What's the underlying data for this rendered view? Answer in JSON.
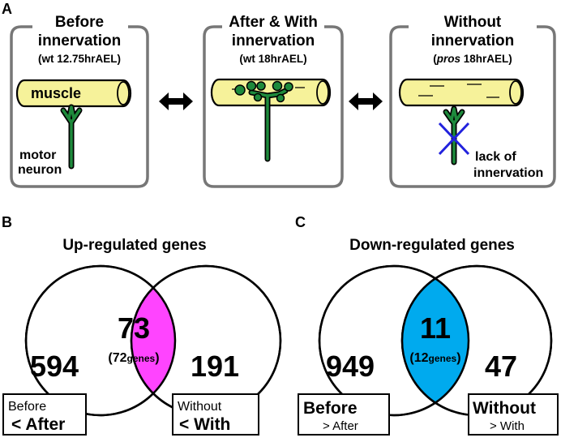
{
  "panel_a": {
    "letter": "A",
    "boxes": [
      {
        "title_line1": "Before",
        "title_line2": "innervation",
        "subtitle": "(wt 12.75hrAEL)"
      },
      {
        "title_line1": "After & With",
        "title_line2": "innervation",
        "subtitle": "(wt 18hrAEL)"
      },
      {
        "title_line1": "Without",
        "title_line2": "innervation",
        "subtitle_prefix": "(",
        "subtitle_italic": "pros",
        "subtitle_rest": " 18hrAEL)"
      }
    ],
    "muscle_label": "muscle",
    "motor_label_line1": "motor",
    "motor_label_line2": "neuron",
    "lack_label_line1": "lack of",
    "lack_label_line2": "innervation"
  },
  "panel_b": {
    "letter": "B",
    "title": "Up-regulated genes",
    "left_count": "594",
    "overlap_count": "73",
    "overlap_sub_open": "(72",
    "overlap_sub_genes": "genes",
    "overlap_sub_close": ")",
    "right_count": "191",
    "left_box_line1": "Before",
    "left_box_line2": "< After",
    "right_box_line1": "Without",
    "right_box_line2": "< With",
    "overlap_color": "#ff44ff"
  },
  "panel_c": {
    "letter": "C",
    "title": "Down-regulated genes",
    "left_count": "949",
    "overlap_count": "11",
    "overlap_sub_open": "(12",
    "overlap_sub_genes": "genes",
    "overlap_sub_close": ")",
    "right_count": "47",
    "left_box_line1": "Before",
    "left_box_line2": "> After",
    "right_box_line1": "Without",
    "right_box_line2": "> With",
    "overlap_color": "#00aaee"
  },
  "colors": {
    "muscle_fill": "#f6f29a",
    "neuron_green": "#1e8a3c",
    "cross_blue": "#2222dd",
    "box_stroke": "#777777"
  }
}
